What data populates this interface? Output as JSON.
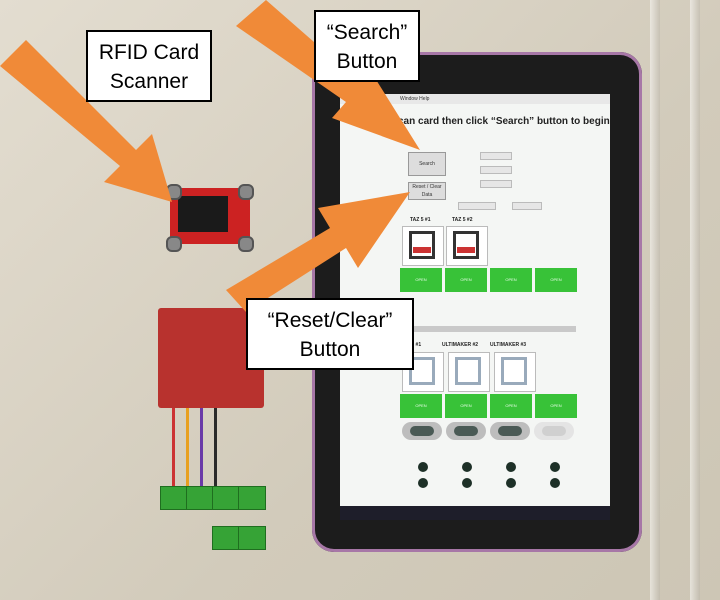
{
  "callouts": {
    "rfid": {
      "line1": "RFID Card",
      "line2": "Scanner"
    },
    "search": {
      "line1": "“Search”",
      "line2": "Button"
    },
    "reset": {
      "line1": "“Reset/Clear”",
      "line2": "Button"
    }
  },
  "screen": {
    "menubar": "Window   Help",
    "instruction": "can card then click “Search” button to begin",
    "search_label": "Search",
    "reset_label": "Reset / Clear Data",
    "printers_top": [
      "TAZ 5 #1",
      "TAZ 5 #2"
    ],
    "printers_bottom": [
      "AKER #1",
      "ULTIMAKER #2",
      "ULTIMAKER #3"
    ],
    "open_label": "OPEN"
  },
  "colors": {
    "arrow": "#f08a38",
    "open_button": "#38c238",
    "tablet_bezel": "#1c1c1c"
  }
}
